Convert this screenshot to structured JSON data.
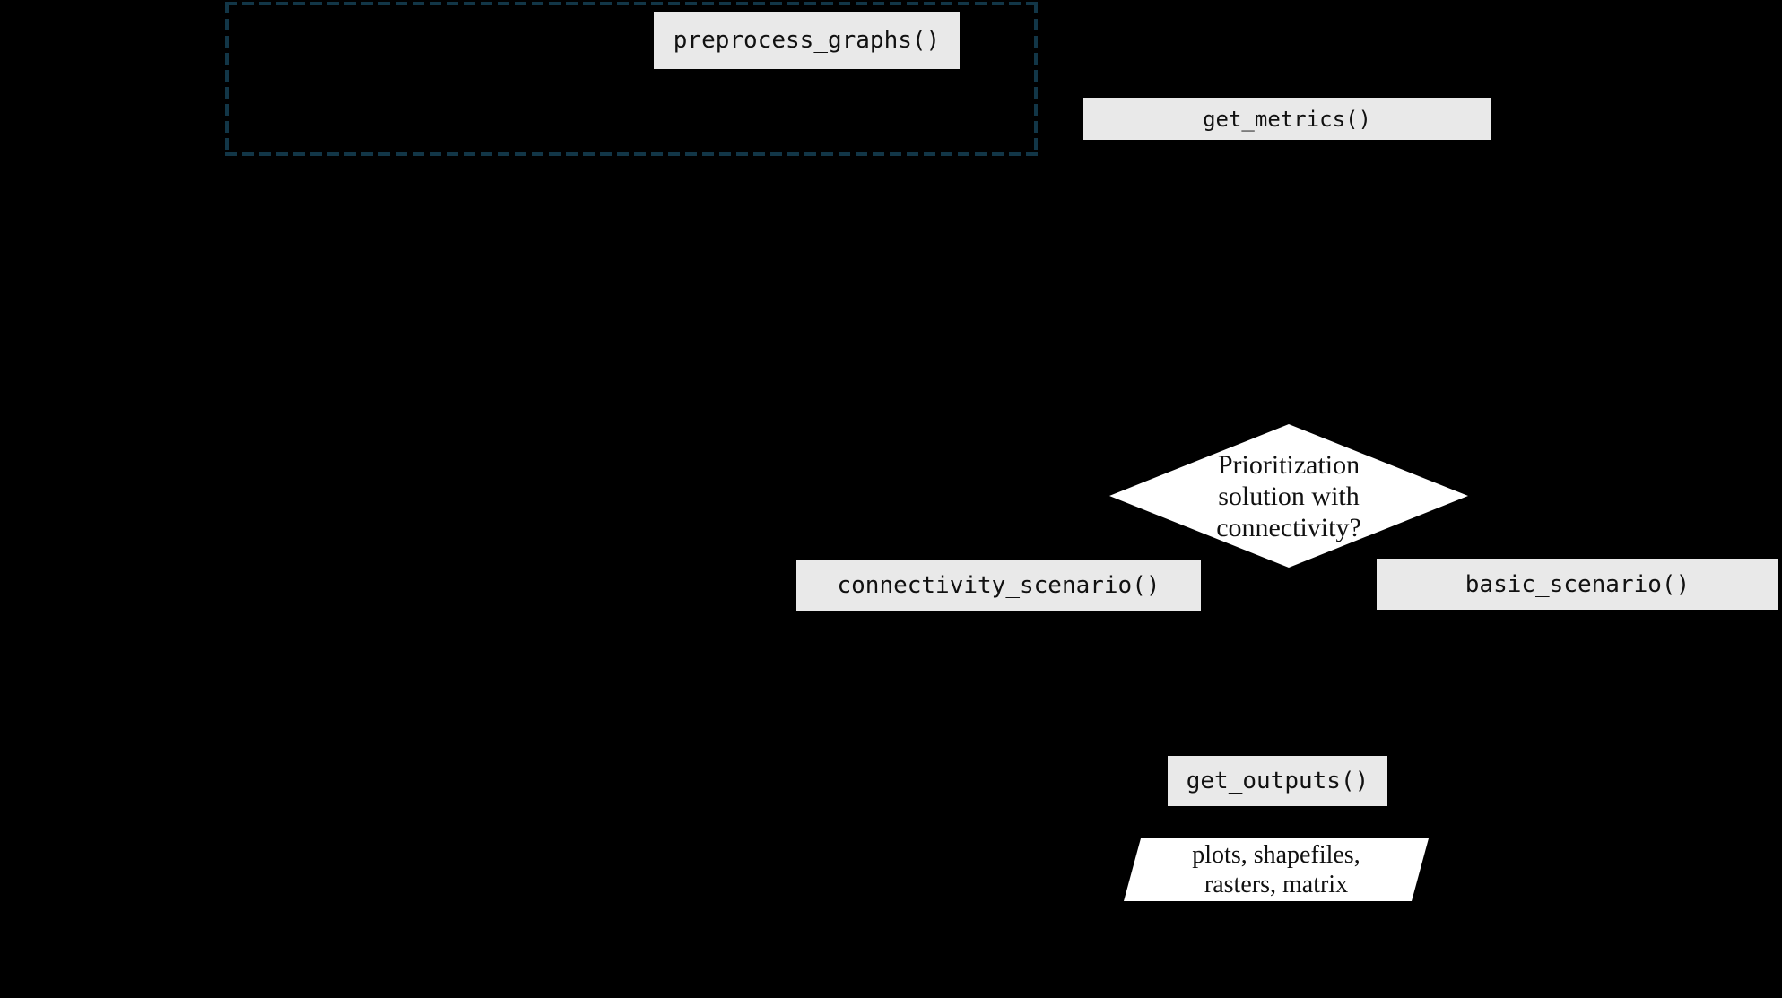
{
  "colors": {
    "canvas_bg": "#000000",
    "node_bg": "#e9e9e9",
    "shape_bg": "#ffffff",
    "text": "#111111",
    "group_outline": "#123647"
  },
  "flowchart": {
    "nodes": {
      "preprocess_graphs": {
        "label": "preprocess_graphs()"
      },
      "get_metrics": {
        "label": "get_metrics()"
      },
      "decision": {
        "lines": [
          "Prioritization",
          "solution with",
          "connectivity?"
        ]
      },
      "connectivity_scenario": {
        "label": "connectivity_scenario()"
      },
      "basic_scenario": {
        "label": "basic_scenario()"
      },
      "get_outputs": {
        "label": "get_outputs()"
      },
      "outputs_data": {
        "lines": [
          "plots, shapefiles,",
          "rasters, matrix"
        ]
      }
    }
  }
}
